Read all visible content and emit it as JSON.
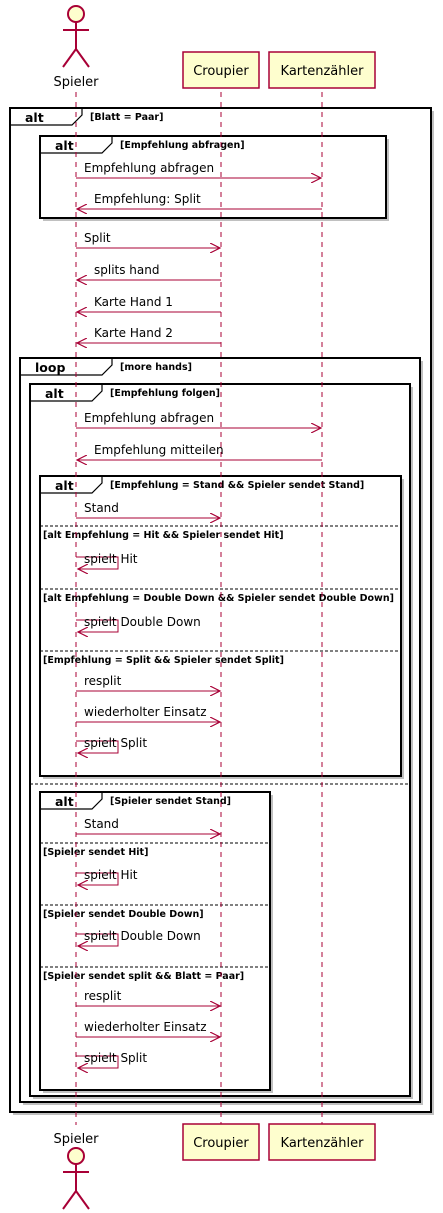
{
  "participants": [
    {
      "id": "spieler",
      "name": "Spieler",
      "kind": "actor"
    },
    {
      "id": "croupier",
      "name": "Croupier",
      "kind": "participant"
    },
    {
      "id": "zaehler",
      "name": "Kartenzähler",
      "kind": "participant"
    }
  ],
  "colors": {
    "arrow": "#A80036",
    "participant_fill": "#FEFECE",
    "participant_border": "#A80036",
    "frame_border": "#000000",
    "frame_shadow": "#C0C0C0"
  },
  "frames": [
    {
      "kind": "alt",
      "cond": "[Blatt = Paar]"
    },
    {
      "kind": "alt",
      "cond": "[Empfehlung abfragen]"
    },
    {
      "kind": "loop",
      "cond": "[more hands]"
    },
    {
      "kind": "alt",
      "cond": "[Empfehlung folgen]"
    },
    {
      "kind": "alt",
      "cond": "[Empfehlung = Stand && Spieler sendet Stand]"
    },
    {
      "kind": "alt",
      "cond": "[Spieler sendet Stand]"
    }
  ],
  "else_conditions": [
    "[alt Empfehlung = Hit && Spieler sendet Hit]",
    "[alt Empfehlung = Double Down && Spieler sendet Double Down]",
    "[Empfehlung = Split && Spieler sendet Split]",
    "[Spieler sendet Hit]",
    "[Spieler sendet Double Down]",
    "[Spieler sendet split && Blatt = Paar]"
  ],
  "messages": [
    {
      "from": "spieler",
      "to": "zaehler",
      "text": "Empfehlung abfragen"
    },
    {
      "from": "zaehler",
      "to": "spieler",
      "text": "Empfehlung: Split"
    },
    {
      "from": "spieler",
      "to": "croupier",
      "text": "Split"
    },
    {
      "from": "croupier",
      "to": "spieler",
      "text": "splits hand"
    },
    {
      "from": "croupier",
      "to": "spieler",
      "text": "Karte Hand 1"
    },
    {
      "from": "croupier",
      "to": "spieler",
      "text": "Karte Hand 2"
    },
    {
      "from": "spieler",
      "to": "zaehler",
      "text": "Empfehlung abfragen"
    },
    {
      "from": "zaehler",
      "to": "spieler",
      "text": "Empfehlung mitteilen"
    },
    {
      "from": "spieler",
      "to": "croupier",
      "text": "Stand"
    },
    {
      "from": "spieler",
      "to": "spieler",
      "text": "spielt Hit"
    },
    {
      "from": "spieler",
      "to": "spieler",
      "text": "spielt Double Down"
    },
    {
      "from": "spieler",
      "to": "croupier",
      "text": "resplit"
    },
    {
      "from": "spieler",
      "to": "croupier",
      "text": "wiederholter Einsatz"
    },
    {
      "from": "spieler",
      "to": "spieler",
      "text": "spielt Split"
    },
    {
      "from": "spieler",
      "to": "croupier",
      "text": "Stand"
    },
    {
      "from": "spieler",
      "to": "spieler",
      "text": "spielt Hit"
    },
    {
      "from": "spieler",
      "to": "spieler",
      "text": "spielt Double Down"
    },
    {
      "from": "spieler",
      "to": "croupier",
      "text": "resplit"
    },
    {
      "from": "spieler",
      "to": "croupier",
      "text": "wiederholter Einsatz"
    },
    {
      "from": "spieler",
      "to": "spieler",
      "text": "spielt Split"
    }
  ]
}
